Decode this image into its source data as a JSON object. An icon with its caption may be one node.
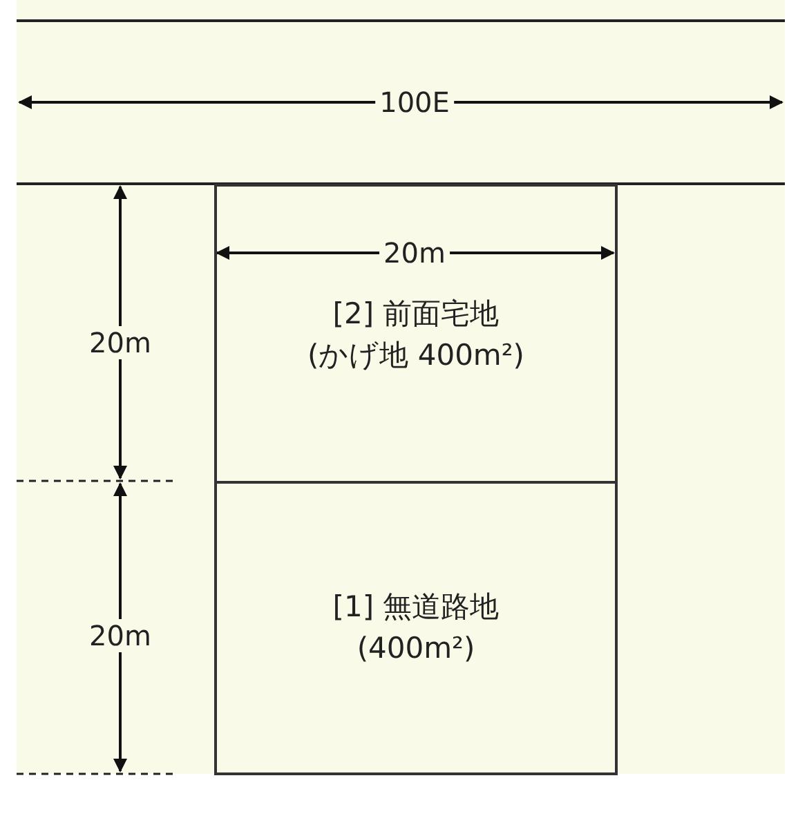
{
  "diagram": {
    "nodes": [
      {
        "text": [
          "[2] 前面宅地",
          "(かげ地 400m²)"
        ]
      },
      {
        "text": [
          "[1] 無道路地",
          "(400m²)"
        ]
      }
    ],
    "labels": [
      "100E",
      "20m",
      "20m",
      "20m"
    ]
  }
}
